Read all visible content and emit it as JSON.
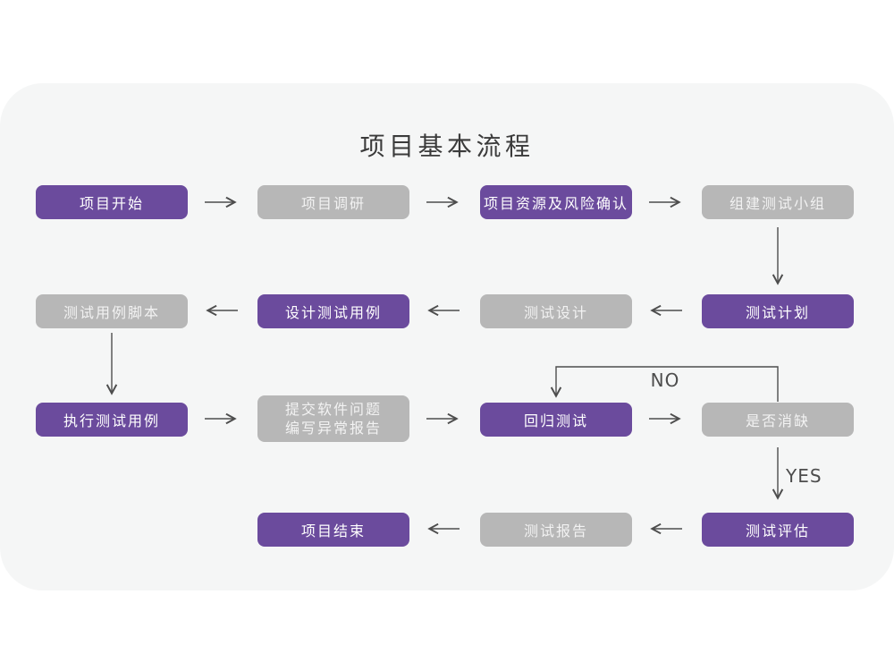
{
  "title": "项目基本流程",
  "colors": {
    "purple": "#6B4B9D",
    "gray": "#B7B7B7",
    "node_text": "#FFFFFF",
    "gray_text": "#F2F2F2",
    "arrow": "#4D4D4D",
    "card_bg": "#F5F6F6",
    "page_bg": "#FFFFFF",
    "title_text": "#3B3B3B"
  },
  "branch_labels": {
    "no": "NO",
    "yes": "YES"
  },
  "nodes": {
    "start": {
      "label": "项目开始"
    },
    "research": {
      "label": "项目调研"
    },
    "risk": {
      "label": "项目资源及风险确认"
    },
    "team": {
      "label": "组建测试小组"
    },
    "script": {
      "label": "测试用例脚本"
    },
    "design_case": {
      "label": "设计测试用例"
    },
    "test_design": {
      "label": "测试设计"
    },
    "plan": {
      "label": "测试计划"
    },
    "execute": {
      "label": "执行测试用例"
    },
    "report_issue": {
      "line1": "提交软件问题",
      "line2": "编写异常报告"
    },
    "regression": {
      "label": "回归测试"
    },
    "defect_check": {
      "label": "是否消缺"
    },
    "end": {
      "label": "项目结束"
    },
    "test_report": {
      "label": "测试报告"
    },
    "evaluate": {
      "label": "测试评估"
    }
  },
  "edges": [
    {
      "from": "start",
      "to": "research"
    },
    {
      "from": "research",
      "to": "risk"
    },
    {
      "from": "risk",
      "to": "team"
    },
    {
      "from": "team",
      "to": "plan"
    },
    {
      "from": "plan",
      "to": "test_design"
    },
    {
      "from": "test_design",
      "to": "design_case"
    },
    {
      "from": "design_case",
      "to": "script"
    },
    {
      "from": "script",
      "to": "execute"
    },
    {
      "from": "execute",
      "to": "report_issue"
    },
    {
      "from": "report_issue",
      "to": "regression"
    },
    {
      "from": "regression",
      "to": "defect_check"
    },
    {
      "from": "defect_check",
      "to": "regression",
      "label": "NO"
    },
    {
      "from": "defect_check",
      "to": "evaluate",
      "label": "YES"
    },
    {
      "from": "evaluate",
      "to": "test_report"
    },
    {
      "from": "test_report",
      "to": "end"
    }
  ]
}
